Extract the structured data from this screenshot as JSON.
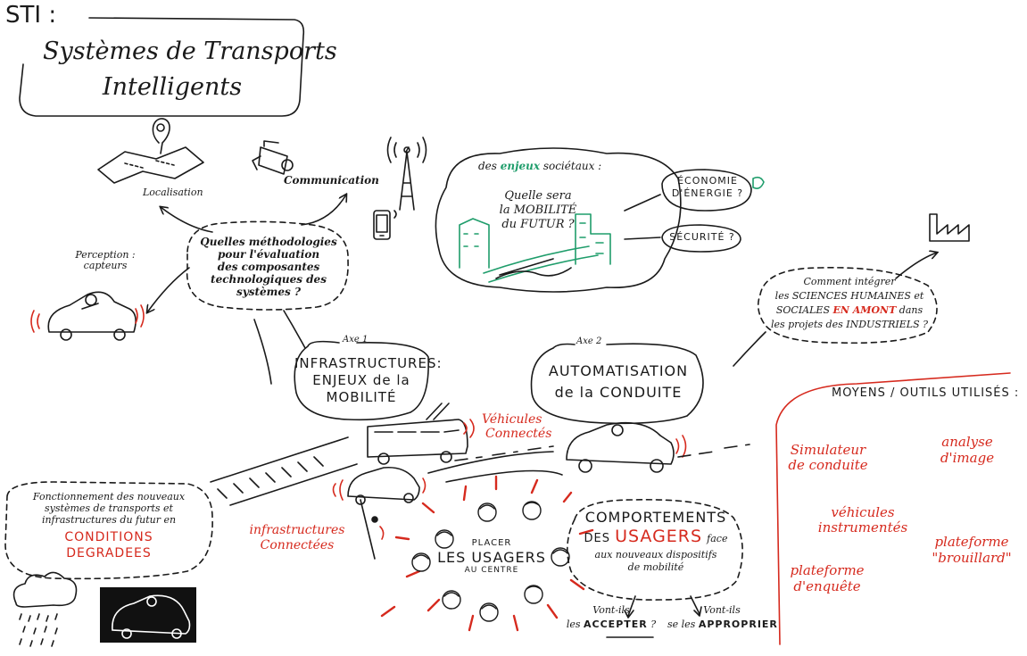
{
  "title": {
    "prefix": "STI :",
    "line1": "Systèmes de Transports",
    "line2": "Intelligents"
  },
  "top_left": {
    "localisation": "Localisation",
    "communication": "Communication",
    "perception_1": "Perception :",
    "perception_2": "capteurs",
    "question": [
      "Quelles méthodologies",
      "pour l'évaluation",
      "des composantes",
      "technologiques des",
      "systèmes ?"
    ]
  },
  "societal": {
    "header_pre": "des",
    "header_hl": "enjeux",
    "header_post": "sociétaux :",
    "question": [
      "Quelle sera",
      "la MOBILITÉ",
      "du FUTUR ?"
    ],
    "energy": [
      "ÉCONOMIE",
      "D'ÉNERGIE ?"
    ],
    "security": "SÉCURITÉ ?"
  },
  "industry": {
    "l1": "Comment intégrer",
    "l2": "les SCIENCES HUMAINES et",
    "l3_pre": "SOCIALES",
    "l3_hl": "EN AMONT",
    "l3_post": "dans",
    "l4": "les projets des INDUSTRIELS ?"
  },
  "axe1": {
    "label": "Axe 1",
    "lines": [
      "INFRASTRUCTURES:",
      "ENJEUX de la",
      "MOBILITÉ"
    ]
  },
  "axe2": {
    "label": "Axe 2",
    "lines": [
      "AUTOMATISATION",
      "de la CONDUITE"
    ]
  },
  "vehicules_connectes": [
    "Véhicules",
    "Connectés"
  ],
  "infrastructures_connectees": [
    "infrastructures",
    "Connectées"
  ],
  "degraded": {
    "lines": [
      "Fonctionnement des nouveaux",
      "systèmes de transports et",
      "infrastructures du futur en"
    ],
    "red1": "CONDITIONS",
    "red2": "DEGRADEES"
  },
  "usagers_center": {
    "top": "PLACER",
    "main": "LES USAGERS",
    "bottom": "AU CENTRE"
  },
  "comportements": {
    "l1": "COMPORTEMENTS",
    "l2_pre": "DES",
    "l2_hl": "USAGERS",
    "l2_post": "face",
    "l3": "aux nouveaux dispositifs",
    "l4": "de mobilité"
  },
  "accepter": {
    "l1": "Vont-ils",
    "pre": "les",
    "hl": "ACCEPTER",
    "post": "?"
  },
  "approprier": {
    "l1": "Vont-ils",
    "pre": "se les",
    "hl": "APPROPRIER"
  },
  "tools": {
    "header": "MOYENS / OUTILS UTILISÉS :",
    "items": [
      [
        "Simulateur",
        "de conduite"
      ],
      [
        "analyse",
        "d'image"
      ],
      [
        "véhicules",
        "instrumentés"
      ],
      [
        "plateforme",
        "\"brouillard\""
      ],
      [
        "plateforme",
        "d'enquête"
      ]
    ]
  },
  "colors": {
    "ink": "#1a1a1a",
    "accent_red": "#d62a1e",
    "accent_green": "#1f9d6b"
  }
}
